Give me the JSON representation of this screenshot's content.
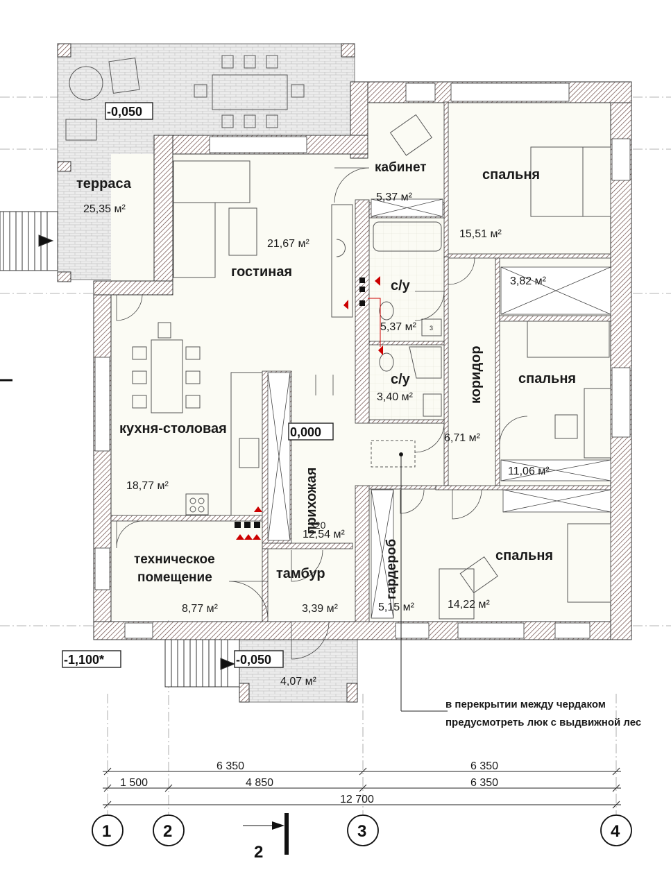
{
  "rooms": {
    "terrace": {
      "name": "терраса",
      "area": "25,35 м²"
    },
    "living": {
      "name": "гостиная",
      "area": "21,67 м²"
    },
    "office": {
      "name": "кабинет",
      "area": "5,37 м²"
    },
    "bedroom1": {
      "name": "спальня",
      "area": "15,51 м²"
    },
    "closet1": {
      "area": "3,82 м²"
    },
    "bath1": {
      "name": "с/у",
      "area": "5,37 м²"
    },
    "bath2": {
      "name": "с/у",
      "area": "3,40 м²"
    },
    "corridor": {
      "name": "коридор",
      "area": "6,71 м²"
    },
    "bedroom2": {
      "name": "спальня",
      "area": "11,06 м²"
    },
    "kitchen": {
      "name": "кухня-столовая",
      "area": "18,77 м²"
    },
    "hall": {
      "name": "прихожая",
      "area": "12,54 м²"
    },
    "tech": {
      "name_line1": "техническое",
      "name_line2": "помещение",
      "area": "8,77 м²"
    },
    "tambour": {
      "name": "тамбур",
      "area": "3,39 м²"
    },
    "wardrobe": {
      "name": "гардероб",
      "area": "5,15 м²"
    },
    "bedroom3": {
      "name": "спальня",
      "area": "14,22 м²"
    },
    "porch": {
      "area": "4,07 м²"
    }
  },
  "elevations": {
    "terrace": "-0,050",
    "floor": "0,000",
    "porch": "-0,050",
    "ground": "-1,100*"
  },
  "misc": {
    "hall_number": "320",
    "fixture_mark": "3"
  },
  "note": {
    "line1": "в перекрытии между чердаком",
    "line2": "предусмотреть люк с выдвижной лес"
  },
  "dimensions": {
    "row1": [
      "6 350",
      "6 350"
    ],
    "row2": [
      "1 500",
      "4 850",
      "6 350"
    ],
    "total": "12 700"
  },
  "axes": [
    "1",
    "2",
    "3",
    "4"
  ],
  "section_mark": "2"
}
